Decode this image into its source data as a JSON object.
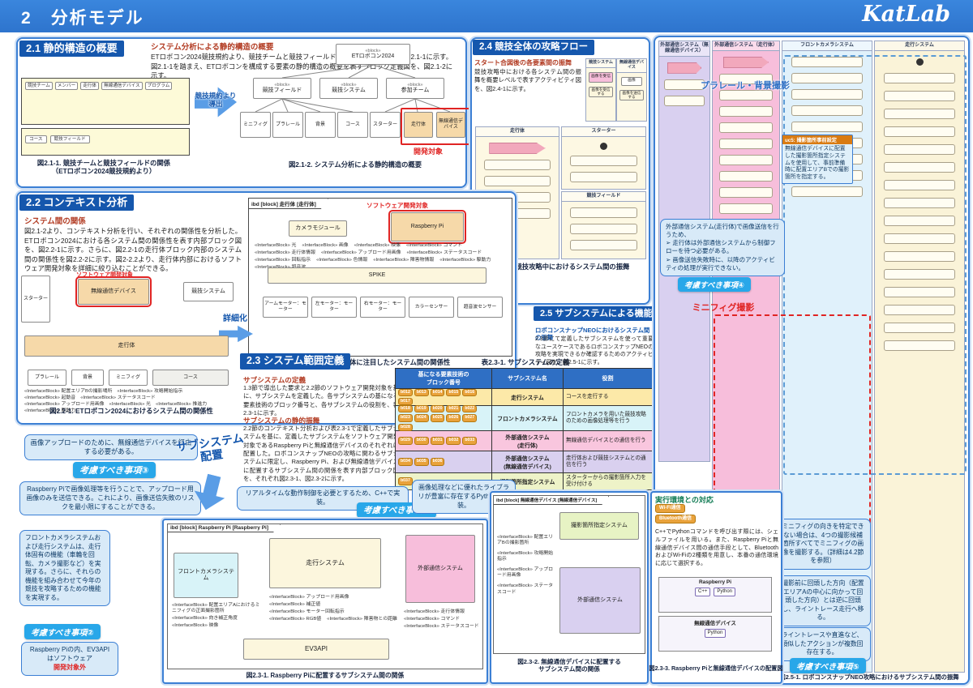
{
  "header": {
    "num": "2",
    "title": "分析モデル",
    "logo": "KatLab"
  },
  "arrows": {
    "derive": "競技規約より\n導出",
    "detail": "詳細化",
    "place": "サブシステム\n配置"
  },
  "s21": {
    "title": "2.1 静的構造の概要",
    "heading": "システム分析による静的構造の概要",
    "body": "ETロボコン2024競技規約より、競技チームと競技フィールドの関係を示した図を、図2.1-1に示す。図2.1-1を踏まえ、ETロボコンを構成する要素の静的構造の概要を表すブロック定義図を、図2.1-2に示す。",
    "fig1_caption": "図2.1-1. 競技チームと競技フィールドの関係\n（ETロボコン2024競技規約より）",
    "fig2_caption": "図2.1-2. システム分析による静的構造の概要",
    "dev_target": "開発対象",
    "stereotype": "«block»",
    "tree": {
      "root": "ETロボコン2024",
      "mid": [
        "競技フィールド",
        "競技システム",
        "参加チーム"
      ],
      "leaves": [
        "ミニフィグ",
        "プラレール",
        "背景",
        "コース",
        "スターター",
        "走行体",
        "無線通信デバイス"
      ]
    },
    "fig1_top": [
      "競技チーム",
      "メンバー",
      "走行体",
      "無線通信デバイス",
      "プログラム"
    ],
    "fig1_bottom": [
      "コース",
      "競技フィールド"
    ]
  },
  "s22": {
    "title": "2.2 コンテキスト分析",
    "heading": "システム間の関係",
    "body": "図2.1-2より、コンテキスト分析を行い、それぞれの関係性を分析した。ETロボコン2024における各システム間の関係性を表す内部ブロック図を、図2.2-1に示す。さらに、図2.2-1の走行体ブロック内部のシステム間の関係性を図2.2-2に示す。図2-2.2より、走行体内部におけるソフトウェア開発対象を詳細に絞り込むことができる。",
    "sw_label": "ソフトウェア開発対象",
    "frame2": "ibd [block] 走行体 [走行体]",
    "fig1_caption": "図2.2-1. ETロボコン2024におけるシステム間の関係性",
    "fig2_caption": "図2.2-2. 走行体に注目したシステム間の関係性",
    "nodes": {
      "starter": "スターター",
      "wireless": "無線通信デバイス",
      "comp": "競技システム",
      "runner": "走行体",
      "camera": "カメラモジュール",
      "rpi": "Raspberry Pi",
      "spike": "SPIKE"
    },
    "motors": [
      "アームモーター：モーター",
      "左モーター：モーター",
      "右モーター：モーター",
      "カラーセンサー",
      "超音波センサー"
    ],
    "bottom": [
      "プラレール",
      "背景",
      "ミニフィグ",
      "コース"
    ],
    "if_a": [
      "«InterfaceBlock» 光",
      "«InterfaceBlock» 画像",
      "«InterfaceBlock» 映像",
      "«InterfaceBlock» コマンド",
      "«InterfaceBlock» 走行体情報",
      "«InterfaceBlock» アップロード用画像",
      "«InterfaceBlock» ステータスコード",
      "«InterfaceBlock» 回転指示",
      "«InterfaceBlock» 色情報",
      "«InterfaceBlock» 障害物情報",
      "«InterfaceBlock» 駆動力",
      "«InterfaceBlock» 超音波"
    ],
    "if_b": [
      "«InterfaceBlock» 配置エリアBの撮影場所",
      "«InterfaceBlock» 攻略開始指示",
      "«InterfaceBlock» 起動音",
      "«InterfaceBlock» ステータスコード",
      "«InterfaceBlock» アップロード用画像",
      "«InterfaceBlock» 光",
      "«InterfaceBlock» 推進力",
      "«InterfaceBlock» 駆動力"
    ]
  },
  "s23": {
    "title": "2.3 システム範囲定義",
    "h1": "サブシステムの定義",
    "p1": "1.3節で導出した要求と2.2節のソフトウェア開発対象を基に、サブシステムを定義した。各サブシステムの基になる要素技術のブロック番号と、各サブシステムの役割を、表2.3-1に示す。",
    "h2": "サブシステムの静的振舞",
    "p2": "2.2節のコンテキスト分析および表2.3-1で定義したサブシステムを基に、定義したサブシステムをソフトウェア開発対象であるRaspberry Piと無線通信デバイスのそれぞれに配置した。ロボコンスナップNEOの攻略に関わるサブシステムに限定し、Raspberry Pi、および無線通信デバイスに配置するサブシステム間の関係を表す内部ブロック図を、それぞれ図2.3-1、図2.3-2に示す。"
  },
  "s24": {
    "title": "2.4 競技全体の攻略フロー",
    "heading": "スタート合図後の各要素間の振舞",
    "body": "競技攻略中における各システム間の振舞を概要レベルで表すアクティビティ図を、図2.4-1に示す。",
    "caption": "図2.4-1. 競技攻略中におけるシステム間の振舞",
    "mini_lanes": [
      "競技システム",
      "無線通信デバイス"
    ],
    "mini_boxes": {
      "b1": "画像を受信",
      "b2": "画像を受信する",
      "b3": "画像",
      "b4": "画像を送信する"
    },
    "lanes": {
      "runner": "走行体",
      "starter": "スターター",
      "field": "競技フィールド"
    }
  },
  "s25": {
    "title": "2.5 サブシステムによる機能実現",
    "heading": "ロボコンスナップNEOにおけるシステム間の振舞",
    "body": "2.3節にて定義したサブシステムを使って重要なユースケースであるロボコンスナップNEOの攻略を実現できるか確認するためのアクティビティ図を、図2.5-1に示す。"
  },
  "table231": {
    "caption": "表2.3-1. サブシステムの定義",
    "headers": [
      "基になる要素技術の\nブロック番号",
      "サブシステム名",
      "役割"
    ],
    "rows": [
      {
        "blocks": [
          "b012",
          "b013",
          "b014",
          "b015",
          "b016",
          "b017"
        ],
        "name": "走行システム",
        "role": "コースを走行する",
        "color": "#fce9a8"
      },
      {
        "blocks": [
          "b018",
          "b019",
          "b020",
          "b021",
          "b022",
          "b023",
          "b024",
          "b025",
          "b026",
          "b027",
          "b028"
        ],
        "name": "フロントカメラシステム",
        "role": "フロントカメラを用いた競技攻略のための画像処理等を行う",
        "color": "#d8f3f8"
      },
      {
        "blocks": [
          "b029",
          "b030",
          "b031",
          "b032",
          "b033"
        ],
        "name": "外部通信システム\n(走行体)",
        "role": "無線通信デバイスとの通信を行う",
        "color": "#f9c6de"
      },
      {
        "blocks": [
          "b034",
          "b035",
          "b036"
        ],
        "name": "外部通信システム\n(無線通信デバイス)",
        "role": "走行体および競技システムとの通信を行う",
        "color": "#d9d0ef"
      },
      {
        "blocks": [
          "b037"
        ],
        "name": "撮影箇所指定システム",
        "role": "スターターからの撮影箇所入力を受け付ける",
        "color": "#eef3c8"
      }
    ]
  },
  "callouts": {
    "c1cpp": "リアルタイムな動作制御を必要とするため、C++で実装。",
    "c1py": "画像処理などに優れたライブラリが豊富に存在するPythonで実装。",
    "b1": "考慮すべき事項①",
    "c2": "フロントカメラシステムおよび走行システムは、走行体固有の機能（車輪を回転、カメラ撮影など）を実現する。さらに、それらの機能を組み合わせて今年の競技を攻略するための機能を実現する。",
    "b2": "考慮すべき事項②",
    "c3": "画像アップロードのために、無線通信デバイスを経由する必要がある。",
    "b3": "考慮すべき事項③",
    "rpi": "Raspberry Piで画像処理等を行うことで、アップロード用画像のみを送信できる。これにより、画像送信失敗のリスクを最小限にすることができる。",
    "ev3": {
      "pre": "Raspberry Piの内、EV3APIはソフトウェア",
      "red": "開発対象外"
    },
    "c4": [
      "外部通信システム(走行体)で画像送信を行うため、",
      "➢ 走行体は外部通信システムから制御フローを待つ必要がある。",
      "➢ 画像送信失敗時に、以降のアクティビティの処理が実行できない。"
    ],
    "b4": "考慮すべき事項④",
    "c5a": "ミニフィグの向きを特定できない場合は、4つの撮影候補箇所すべてでミニフィグの画像を撮影する。（詳細は4.2節を参照）",
    "c5b": "撮影前に回頭した方向（配置エリアAの中心に向かって回頭した方向）とは逆に回頭し、ライントレース走行へ移る。",
    "c5c": "ライントレースや直進など、類似したアクションが複数回存在する。",
    "b5": "考慮すべき事項⑤"
  },
  "fig231": {
    "frame": "ibd [block] Raspberry Pi [Raspberry Pi]",
    "caption": "図2.3-1. Raspberry Piに配置するサブシステム間の関係",
    "front": "フロントカメラシステム",
    "run": "走行システム",
    "ext": "外部通信システム",
    "ev3": "EV3API",
    "ifl": [
      "«InterfaceBlock» 配置エリアAにおけるミニフィグの正面撮影箇所",
      "«InterfaceBlock» 向き補正角度",
      "«InterfaceBlock» 映像"
    ],
    "ifm": [
      "«InterfaceBlock» アップロード用画像",
      "«InterfaceBlock» 補正値",
      "«InterfaceBlock» モーター回転指示",
      "«InterfaceBlock» RGB値",
      "«InterfaceBlock» 障害物との距離"
    ],
    "ifr": [
      "«InterfaceBlock» 走行体情報",
      "«InterfaceBlock» コマンド",
      "«InterfaceBlock» ステータスコード"
    ]
  },
  "fig232": {
    "frame": "ibd [block] 無線通信デバイス [無線通信デバイス]",
    "caption": "図2.3-2. 無線通信デバイスに配置する\nサブシステム間の関係",
    "n1": "撮影箇所指定システム",
    "n2": "外部通信システム",
    "ifl": [
      "«InterfaceBlock» 配置エリアBの撮影箇所",
      "«InterfaceBlock» 攻略開始指示",
      "«InterfaceBlock» アップロード用画像",
      "«InterfaceBlock» ステータスコード"
    ]
  },
  "fig233": {
    "caption": "図2.3-3. Raspberry Piと無線通信デバイスの配置図",
    "top": "Raspberry Pi",
    "bottom": "無線通信デバイス",
    "chips_top": [
      "C++",
      "Python"
    ],
    "chips_bottom": [
      "Python"
    ]
  },
  "env": {
    "title": "実行環境との対応",
    "badges": [
      "Wi-Fi通信",
      "Bluetooth通信"
    ],
    "body": "C++でPythonコマンドを呼び出す際には、シェルファイルを用いる。また、Raspberry Piと無線通信デバイス間の通信手段として、BluetoothおよびWi-Fiの2種類を用意し、本番の通信環境に応じて選択する。"
  },
  "panel": {
    "caption": "図2.5-1. ロボコンスナップNEO攻略におけるサブシステム間の振舞",
    "region_blue": "プラレール・背景撮影",
    "region_red": "ミニフィグ撮影",
    "note": {
      "header": "uc5: 撮影箇所事前設定",
      "body": "無線通信デバイスに配置した撮影箇所指定システムを使用して、事前準備時に配置エリアBでの撮影箇所を指定する。"
    },
    "lanes": [
      {
        "label": "外部通信システム（無線通信デバイス）",
        "color": "#d9d0f0"
      },
      {
        "label": "外部通信システム（走行体）",
        "color": "#f7bedb"
      },
      {
        "label": "フロントカメラシステム",
        "color": "#e0f1fb"
      },
      {
        "label": "走行システム",
        "color": "#faf3d8"
      }
    ]
  }
}
